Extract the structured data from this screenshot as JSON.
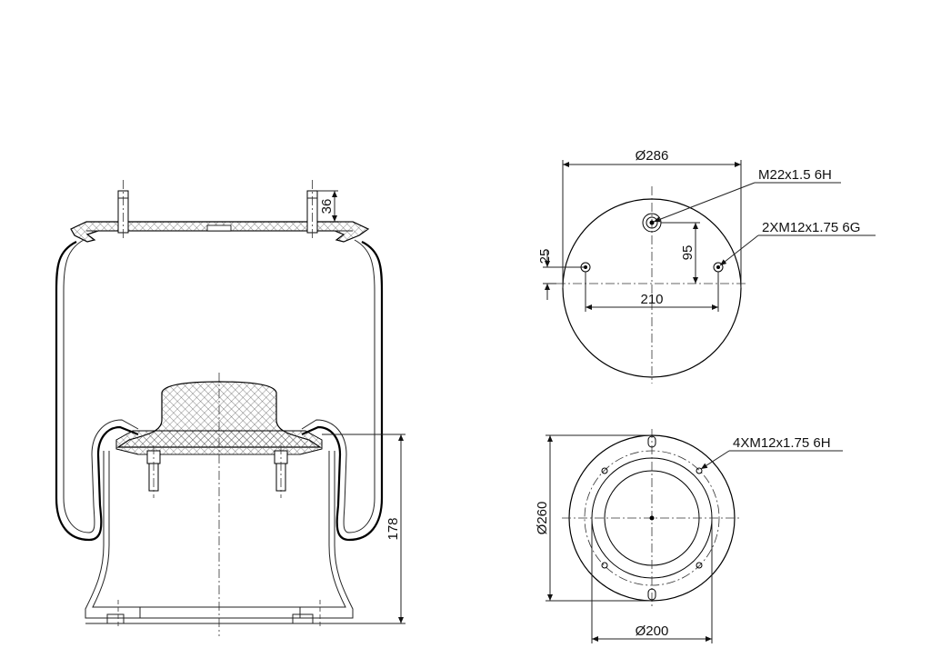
{
  "side_view": {
    "dim_stud_height": "36",
    "dim_piston_height": "178"
  },
  "top_view": {
    "dim_top_diameter": "Ø286",
    "dim_center_thread": "M22x1.5 6H",
    "dim_side_threads": "2XM12x1.75 6G",
    "dim_hole_offset": "25",
    "dim_center_offset": "95",
    "dim_hole_spacing": "210"
  },
  "bottom_view": {
    "dim_bottom_threads": "4XM12x1.75 6H",
    "dim_bottom_diameter": "Ø260",
    "dim_inner_diameter": "Ø200"
  },
  "colors": {
    "line": "#000000",
    "hatch": "#555555",
    "background": "#ffffff"
  }
}
